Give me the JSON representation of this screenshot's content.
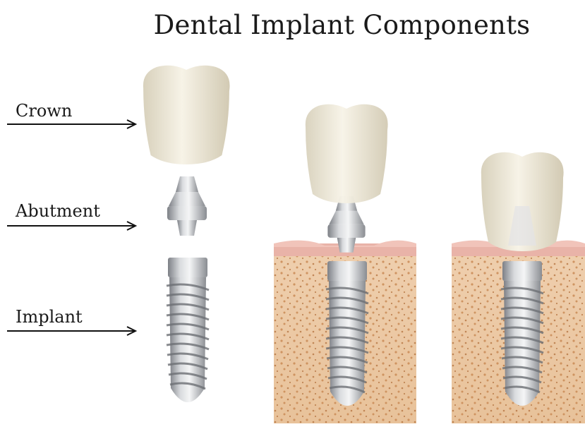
{
  "title": "Dental Implant Components",
  "labels": {
    "crown": "Crown",
    "abutment": "Abutment",
    "implant": "Implant"
  },
  "colors": {
    "crown": "#f1ecdc",
    "metal": "#b5b8bd",
    "gum": "#e9b3a8",
    "bone": "#ecc9a2",
    "bone_dots": "#c98a55"
  }
}
